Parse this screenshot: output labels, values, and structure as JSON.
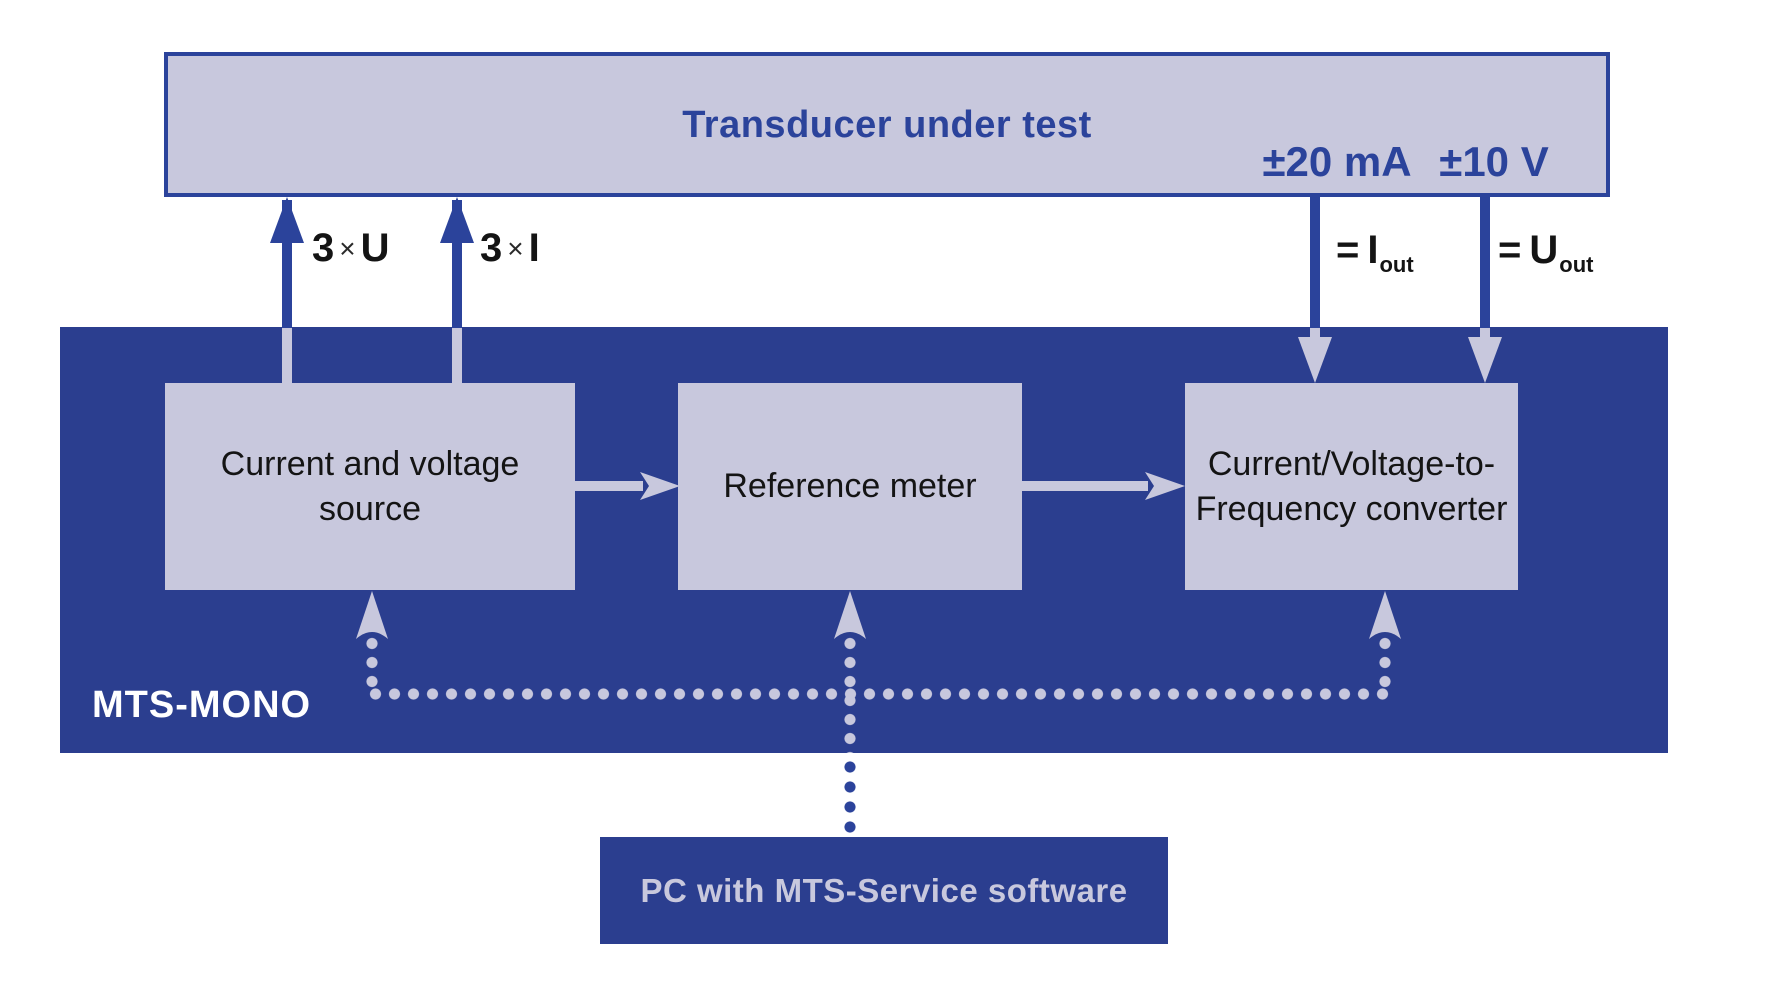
{
  "top_box": {
    "title": "Transducer under test",
    "current_rating": "±20 mA",
    "voltage_rating": "±10 V"
  },
  "source_outputs": {
    "voltage": {
      "count": "3",
      "times": "×",
      "symbol": "U"
    },
    "current": {
      "count": "3",
      "times": "×",
      "symbol": "I"
    }
  },
  "transducer_outputs": {
    "current": {
      "equals": "=",
      "symbol": "I",
      "subscript": "out"
    },
    "voltage": {
      "equals": "=",
      "symbol": "U",
      "subscript": "out"
    }
  },
  "system": {
    "label": "MTS-MONO",
    "modules": {
      "source": {
        "line1": "Current and voltage",
        "line2": "source"
      },
      "meter": {
        "line1": "Reference meter"
      },
      "converter": {
        "line1": "Current/Voltage-to-",
        "line2": "Frequency converter"
      }
    }
  },
  "pc_box": {
    "label": "PC with MTS-Service software"
  },
  "colors": {
    "dark_blue": "#2b3e8f",
    "arrow_blue": "#2b439b",
    "lavender": "#c8c8dd",
    "white": "#ffffff",
    "text_black": "#141414"
  }
}
